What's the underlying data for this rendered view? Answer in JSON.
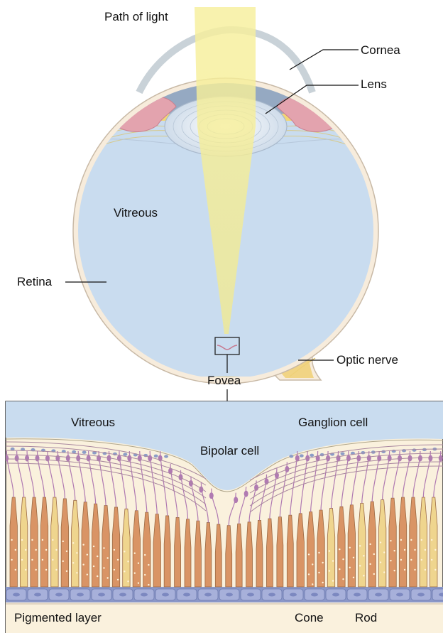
{
  "labels": {
    "path_of_light": "Path of light",
    "cornea": "Cornea",
    "lens": "Lens",
    "vitreous_eye": "Vitreous",
    "retina": "Retina",
    "optic_nerve": "Optic nerve",
    "fovea": "Fovea",
    "vitreous_detail": "Vitreous",
    "ganglion_cell": "Ganglion cell",
    "bipolar_cell": "Bipolar cell",
    "pigmented_layer": "Pigmented layer",
    "cone": "Cone",
    "rod": "Rod"
  },
  "colors": {
    "sclera": "#f7ecdc",
    "sclera_edge": "#c8b9a6",
    "vitreous": "#c9dcef",
    "aqueous": "#95a9c2",
    "retina_pink": "#d9879c",
    "choroid_yellow": "#f2d676",
    "iris_pink": "#e3a3ae",
    "lens_fill": "#e4edf6",
    "light_beam": "#f5ee9a",
    "cone_fill": "#d99465",
    "rod_fill": "#efd58e",
    "bipolar_purple": "#b07ab2",
    "ganglion_blue": "#8c9dc7",
    "pigment_cell": "#a7b0da",
    "retina_bg": "#faf1dd"
  }
}
